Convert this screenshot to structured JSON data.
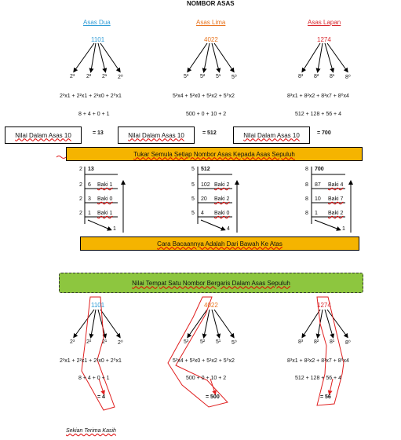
{
  "page_title": "NOMBOR ASAS",
  "columns": [
    {
      "title": "Asas Dua",
      "number": "1101",
      "powers": [
        "2³",
        "2²",
        "2¹",
        "2⁰"
      ],
      "expansion": "2³x1 + 2²x1 + 2¹x0 + 2⁰x1",
      "sum": "8 + 4 + 0 + 1",
      "box_label": "Nilai Dalam Asas 10",
      "result": "= 13",
      "division": {
        "rows": [
          {
            "divisor": "2",
            "dividend": "13",
            "remainder": ""
          },
          {
            "divisor": "2",
            "dividend": "6",
            "remainder": "Baki 1"
          },
          {
            "divisor": "2",
            "dividend": "3",
            "remainder": "Baki 0"
          },
          {
            "divisor": "2",
            "dividend": "1",
            "remainder": "Baki 1"
          }
        ],
        "final": "1"
      },
      "place_result": "= 4"
    },
    {
      "title": "Asas Lima",
      "number": "4022",
      "powers": [
        "5³",
        "5²",
        "5¹",
        "5⁰"
      ],
      "expansion": "5³x4 + 5²x0 + 5¹x2 + 5⁰x2",
      "sum": "500 + 0 + 10 + 2",
      "box_label": "Nilai Dalam Asas 10",
      "result": "= 512",
      "division": {
        "rows": [
          {
            "divisor": "5",
            "dividend": "512",
            "remainder": ""
          },
          {
            "divisor": "5",
            "dividend": "102",
            "remainder": "Baki 2"
          },
          {
            "divisor": "5",
            "dividend": "20",
            "remainder": "Baki 2"
          },
          {
            "divisor": "5",
            "dividend": "4",
            "remainder": "Baki 0"
          }
        ],
        "final": "4"
      },
      "place_result": "= 500"
    },
    {
      "title": "Asas Lapan",
      "number": "1274",
      "powers": [
        "8³",
        "8²",
        "8¹",
        "8⁰"
      ],
      "expansion": "8³x1 + 8²x2 + 8¹x7 + 8⁰x4",
      "sum": "512 + 128 + 56 + 4",
      "box_label": "Nilai Dalam Asas 10",
      "result": "= 700",
      "division": {
        "rows": [
          {
            "divisor": "8",
            "dividend": "700",
            "remainder": ""
          },
          {
            "divisor": "8",
            "dividend": "87",
            "remainder": "Baki 4"
          },
          {
            "divisor": "8",
            "dividend": "10",
            "remainder": "Baki 7"
          },
          {
            "divisor": "8",
            "dividend": "1",
            "remainder": "Baki 2"
          }
        ],
        "final": "1"
      },
      "place_result": "= 56"
    }
  ],
  "banner_convert": "Tukar Semula Setiap Nombor  Asas Kepada Asas Sepuluh",
  "banner_read": "Cara Bacaannya Adalah Dari Bawah Ke Atas",
  "banner_place": "Nilai Tempat Satu Nombor  Bergaris Dalam Asas Sepuluh",
  "footer": "Sekian Terima Kasih",
  "colors": {
    "base2": "#2e9bd6",
    "base5": "#e8731d",
    "base8": "#d8262c",
    "banner_orange": "#f5b400",
    "banner_green": "#8dc63f",
    "highlight": "#e02020"
  }
}
